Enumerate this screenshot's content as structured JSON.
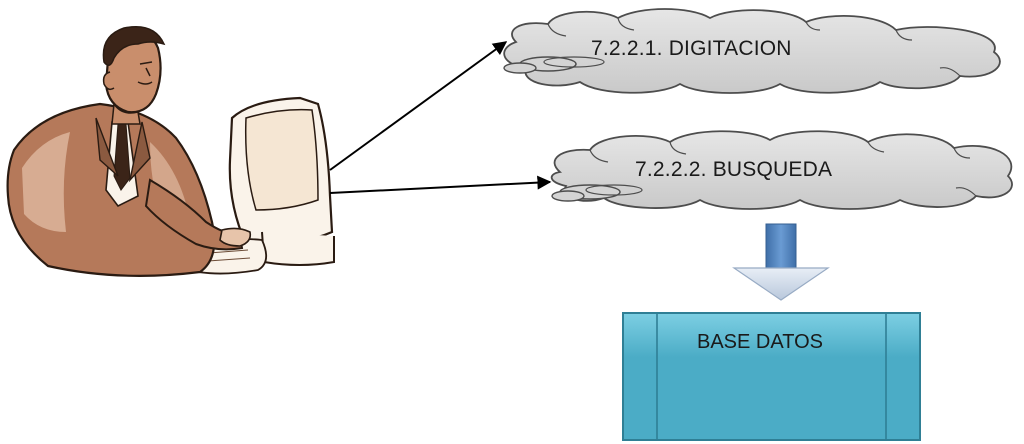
{
  "nodes": {
    "digitacion": {
      "label": "7.2.2.1. DIGITACION"
    },
    "busqueda": {
      "label": "7.2.2.2. BUSQUEDA"
    },
    "database": {
      "label": "BASE DATOS"
    }
  },
  "icons": {
    "user": "person-at-computer-icon",
    "down_arrow": "down-arrow-icon"
  },
  "colors": {
    "cloud_fill": "#d7d7d7",
    "cloud_stroke": "#4d4d4d",
    "database_fill": "#4bacc6",
    "database_stroke": "#2f7f95",
    "arrow_fill": "#4f81bd",
    "connector": "#000000",
    "person_skin": "#b5795a"
  }
}
